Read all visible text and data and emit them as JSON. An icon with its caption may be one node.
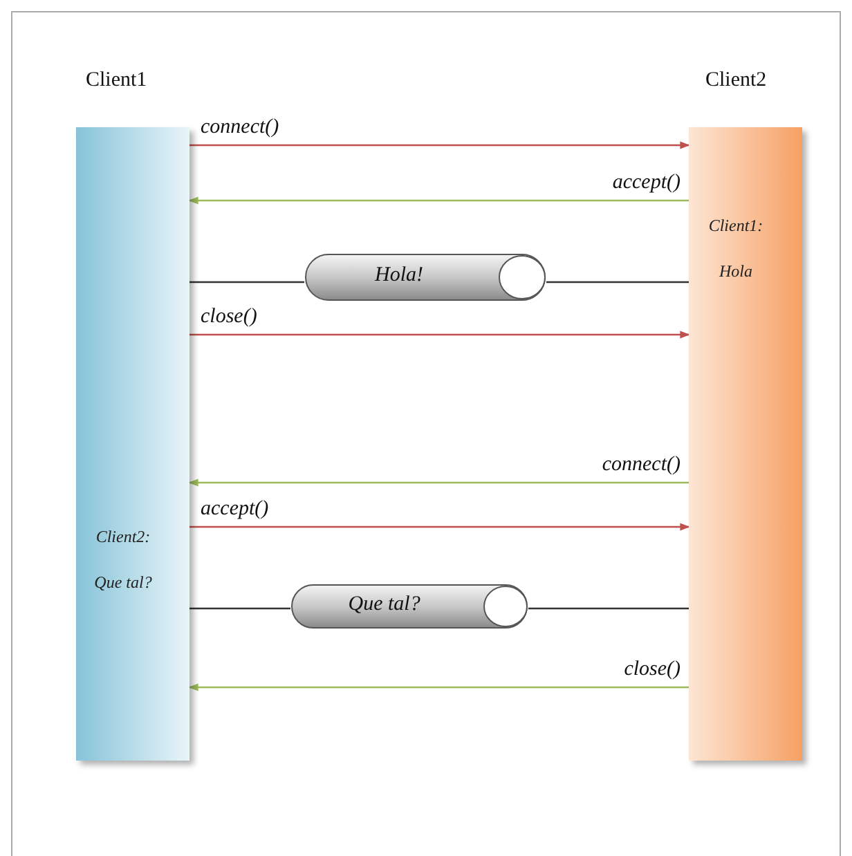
{
  "diagram": {
    "nodes": [
      {
        "text": [
          "Client1",
          "Client2: Que tal?"
        ]
      },
      {
        "text": [
          "Client2",
          "Client1: Hola"
        ]
      },
      {
        "text": [
          "Hola!"
        ]
      },
      {
        "text": [
          "Que tal?"
        ]
      }
    ],
    "edges": [
      {
        "from": 0,
        "to": 1,
        "arrow": "to",
        "label": "connect()",
        "color": "#c0504d"
      },
      {
        "from": 1,
        "to": 0,
        "arrow": "to",
        "label": "accept()",
        "color": "#9bbb59"
      },
      {
        "from": 0,
        "to": 2,
        "arrow": "none",
        "color": "#333333"
      },
      {
        "from": 2,
        "to": 1,
        "arrow": "none",
        "color": "#333333"
      },
      {
        "from": 0,
        "to": 1,
        "arrow": "to",
        "label": "close()",
        "color": "#c0504d"
      },
      {
        "from": 1,
        "to": 0,
        "arrow": "to",
        "label": "connect()",
        "color": "#9bbb59"
      },
      {
        "from": 0,
        "to": 1,
        "arrow": "to",
        "label": "accept()",
        "color": "#c0504d"
      },
      {
        "from": 0,
        "to": 3,
        "arrow": "none",
        "color": "#333333"
      },
      {
        "from": 3,
        "to": 1,
        "arrow": "none",
        "color": "#333333"
      },
      {
        "from": 1,
        "to": 0,
        "arrow": "to",
        "label": "close()",
        "color": "#9bbb59"
      }
    ]
  }
}
